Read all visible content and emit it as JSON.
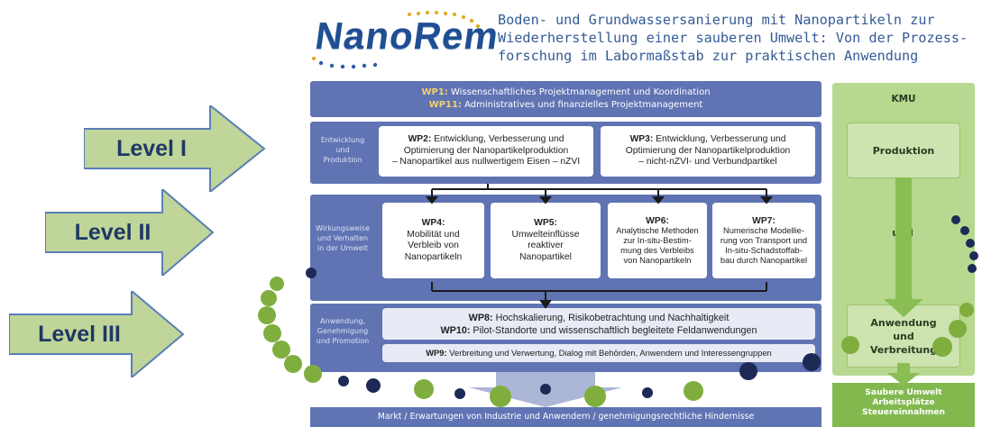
{
  "logo": {
    "text": "NanoRem"
  },
  "header": {
    "lines": [
      "Boden- und Grundwassersanierung mit Nanopartikeln zur",
      "Wiederherstellung einer sauberen Umwelt: Von der Prozess-",
      "forschung im Labormaßstab zur praktischen Anwendung"
    ]
  },
  "levels": [
    "Level I",
    "Level II",
    "Level III"
  ],
  "wp1": {
    "line1_bold": "WP1:",
    "line1_text": " Wissenschaftliches Projektmanagement und Koordination",
    "line2_bold": "WP11:",
    "line2_text": " Administratives und finanzielles Projektmanagement"
  },
  "row1": {
    "side": [
      "Entwicklung",
      "und",
      "Produktion"
    ],
    "wp2": {
      "bold": "WP2:",
      "lines": [
        " Entwicklung, Verbesserung und",
        "Optimierung der Nanopartikelproduktion",
        "– Nanopartikel aus nullwertigem Eisen – nZVI"
      ]
    },
    "wp3": {
      "bold": "WP3:",
      "lines": [
        " Entwicklung, Verbesserung und",
        "Optimierung der Nanopartikelproduktion",
        "– nicht-nZVI- und Verbundpartikel"
      ]
    }
  },
  "row2": {
    "side": [
      "Wirkungsweise",
      "und Verhalten",
      "in der Umwelt"
    ],
    "boxes": [
      {
        "title": "WP4:",
        "lines": [
          "Mobilität und",
          "Verbleib von",
          "Nanopartikeln"
        ]
      },
      {
        "title": "WP5:",
        "lines": [
          "Umwelteinflüsse",
          "reaktiver",
          "Nanopartikel"
        ]
      },
      {
        "title": "WP6:",
        "lines": [
          "Analytische Methoden",
          "zur In-situ-Bestim-",
          "mung des Verbleibs",
          "von Nanopartikeln"
        ]
      },
      {
        "title": "WP7:",
        "lines": [
          "Numerische Modellie-",
          "rung von Transport und",
          "In-situ-Schadstoffab-",
          "bau durch Nanopartikel"
        ]
      }
    ]
  },
  "row3": {
    "side": [
      "Anwendung,",
      "Genehmigung",
      "und Promotion"
    ],
    "wp8": {
      "bold": "WP8:",
      "text": " Hochskalierung, Risikobetrachtung und Nachhaltigkeit"
    },
    "wp10": {
      "bold": "WP10:",
      "text": " Pilot-Standorte und wissenschaftlich begleitete Feldanwendungen"
    },
    "wp9": {
      "bold": "WP9:",
      "text": " Verbreitung und Verwertung, Dialog mit Behörden, Anwendern und Interessengruppen"
    }
  },
  "kmu": {
    "title": "KMU",
    "produktion": "Produktion",
    "und": "und",
    "anwendung": "Anwendung",
    "und2": "und",
    "verbreitung": "Verbreitung"
  },
  "gains": [
    "Saubere Umwelt",
    "Arbeitsplätze",
    "Steuereinnahmen"
  ],
  "markt": "Markt / Erwartungen von Industrie und Anwendern / genehmigungsrechtliche Hindernisse",
  "colors": {
    "band": "#6074b4",
    "green": "#b6d88f",
    "arrow": "#c6db9c",
    "navy": "#1f4f92"
  }
}
